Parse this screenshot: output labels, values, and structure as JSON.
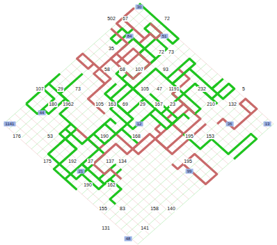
{
  "diagram": {
    "labels": [
      "502",
      "67",
      "72",
      "35",
      "72",
      "73",
      "58",
      "68",
      "107",
      "93",
      "107",
      "29",
      "73",
      "105",
      "47",
      "1191",
      "232",
      "5",
      "180",
      "1962",
      "105",
      "163",
      "69",
      "29",
      "167",
      "23",
      "210",
      "132",
      "1141",
      "13",
      "176",
      "53",
      "190",
      "168",
      "195",
      "153",
      "175",
      "192",
      "37",
      "137",
      "134",
      "195",
      "190",
      "162",
      "155",
      "83",
      "158",
      "140",
      "131",
      "141",
      "30",
      "84",
      "51",
      "44",
      "12",
      "36",
      "21",
      "99",
      "48"
    ]
  }
}
